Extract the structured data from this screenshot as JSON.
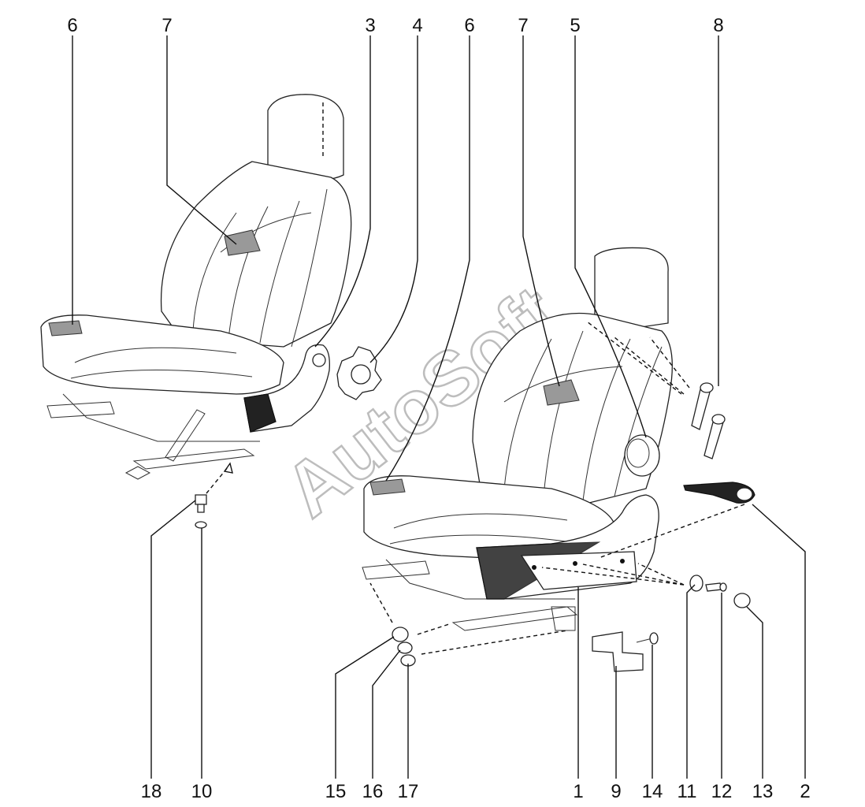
{
  "watermark": "AutoSoft",
  "callouts_top": [
    "6",
    "7",
    "3",
    "4",
    "6",
    "7",
    "5",
    "8"
  ],
  "callouts_bottom": [
    "18",
    "10",
    "15",
    "16",
    "17",
    "1",
    "9",
    "14",
    "11",
    "12",
    "13",
    "2"
  ]
}
